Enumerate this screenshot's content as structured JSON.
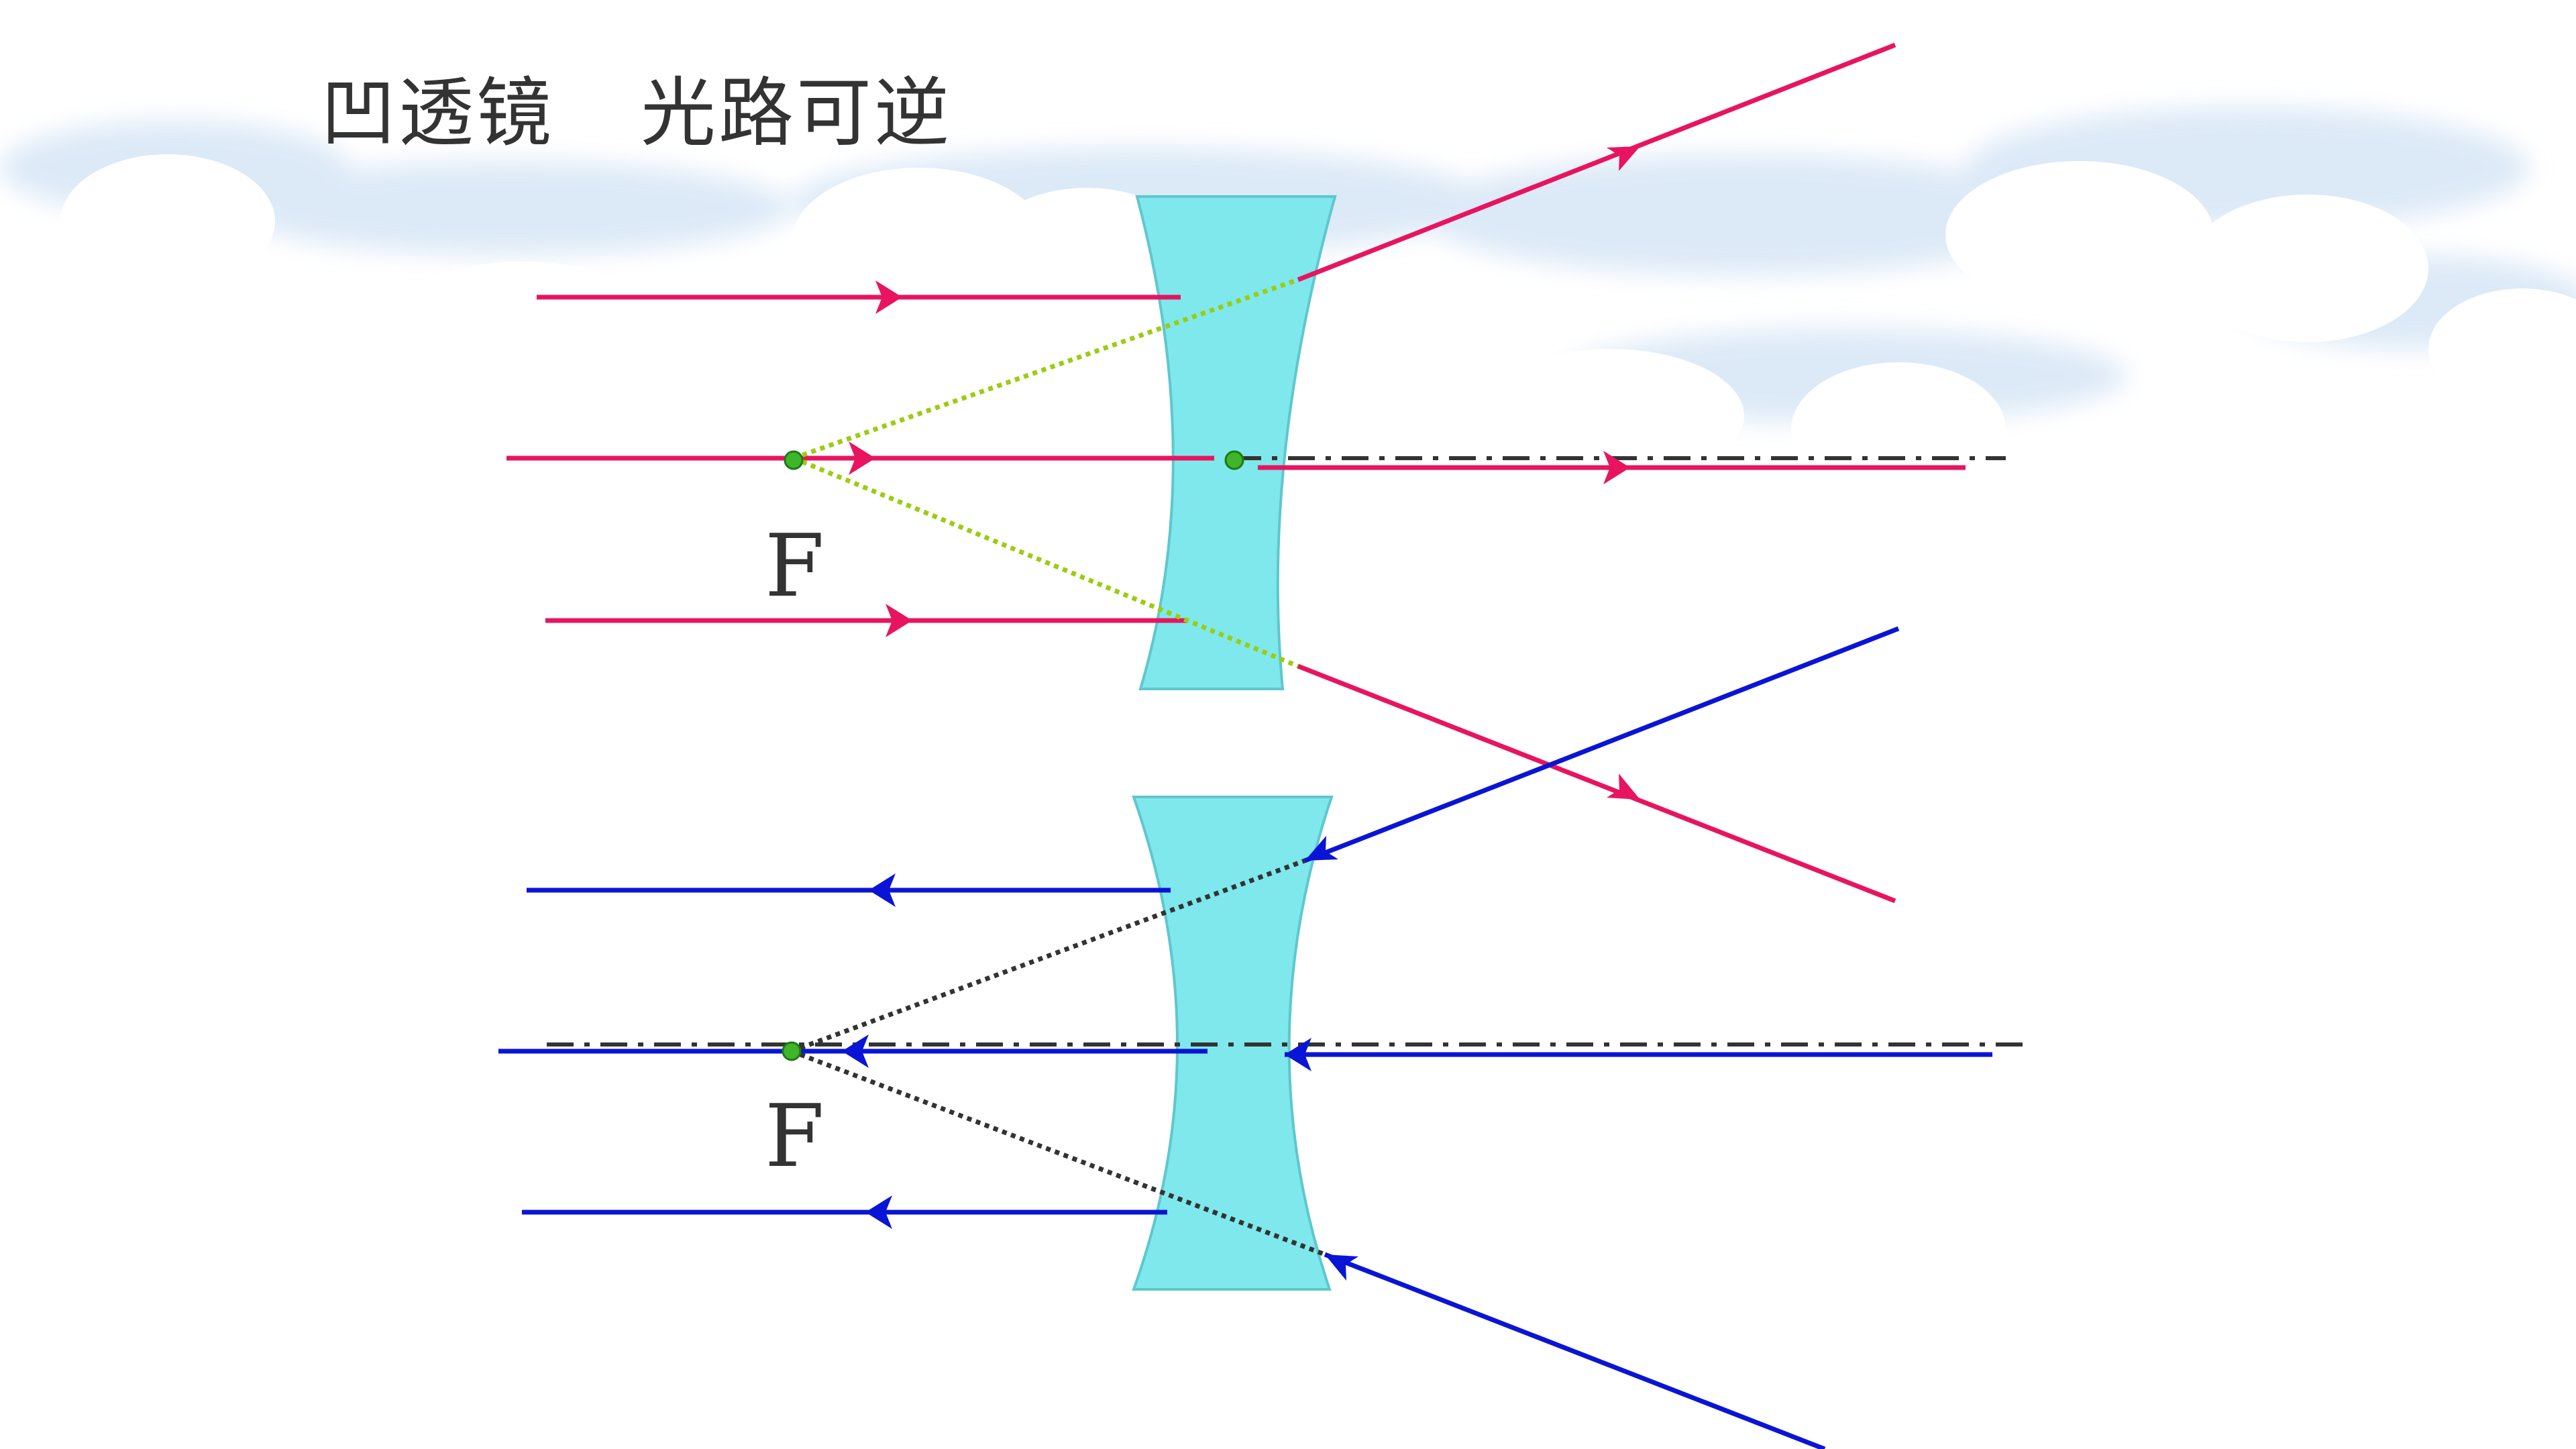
{
  "header": {
    "title_left": "凹透镜",
    "title_right": "光路可逆"
  },
  "labels": {
    "focus_top": "F",
    "focus_bottom": "F"
  },
  "colors": {
    "red_ray": "#e8145f",
    "blue_ray": "#0a14d6",
    "lens_fill": "#7ee8ec",
    "lens_edge": "#4fb7bd",
    "dotted_top": "#9acd12",
    "dotted_bottom": "#333333",
    "axis": "#333333",
    "focus_dot": "#3fb52a"
  }
}
